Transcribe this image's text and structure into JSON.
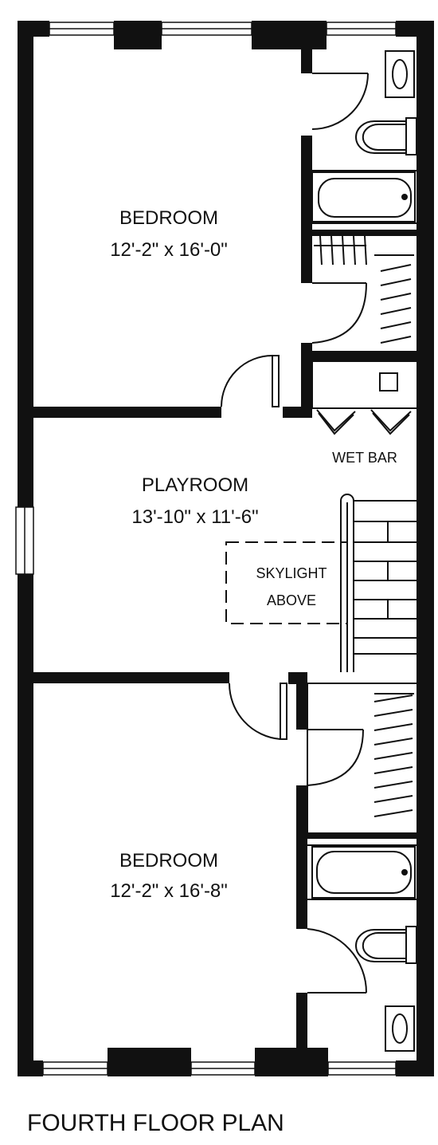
{
  "rooms": {
    "bedroom_top": {
      "name": "BEDROOM",
      "size": "12'-2\" x 16'-0\""
    },
    "playroom": {
      "name": "PLAYROOM",
      "size": "13'-10\" x 11'-6\""
    },
    "bedroom_bottom": {
      "name": "BEDROOM",
      "size": "12'-2\" x 16'-8\""
    }
  },
  "labels": {
    "wet_bar": "WET BAR",
    "skylight_line1": "SKYLIGHT",
    "skylight_line2": "ABOVE"
  },
  "caption": "FOURTH FLOOR PLAN",
  "colors": {
    "wall": "#111111",
    "background": "#ffffff"
  }
}
